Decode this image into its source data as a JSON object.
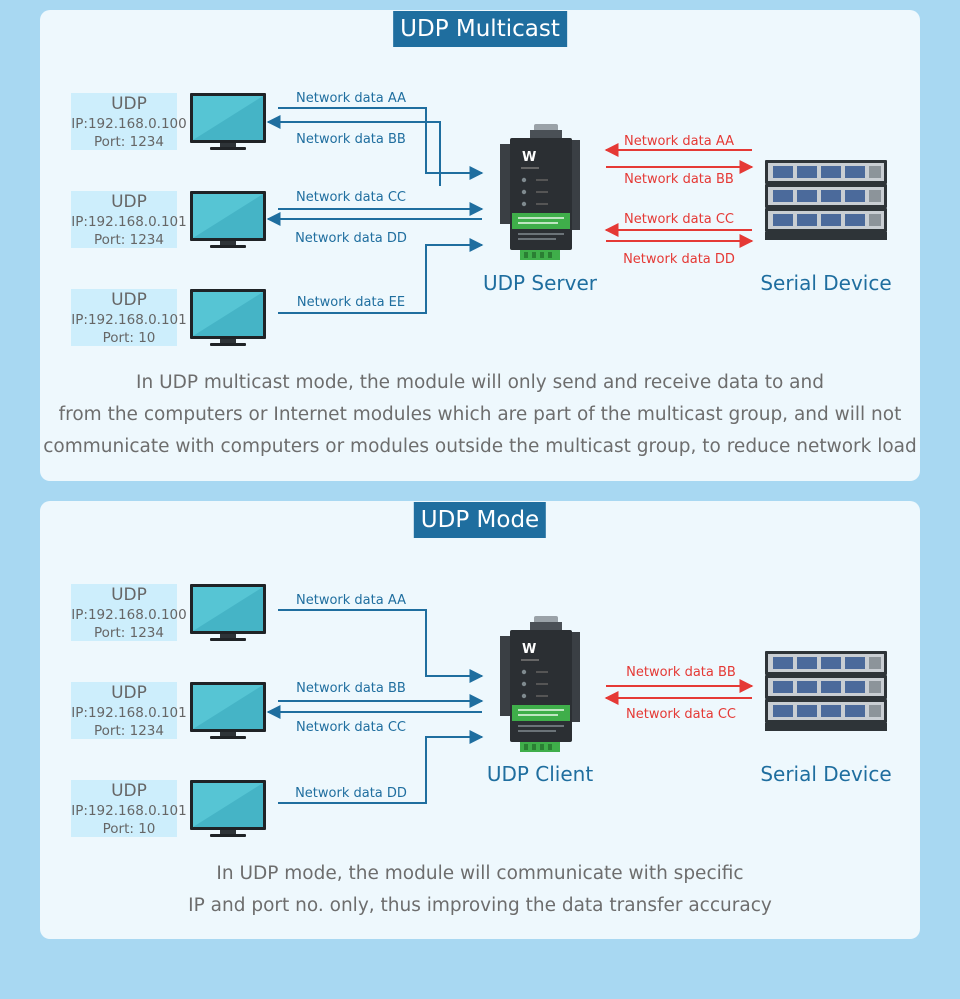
{
  "colors": {
    "background": "#a8d8f2",
    "panel": "#eef8fd",
    "title_bg": "#1f6e9f",
    "blue_arrow": "#1f6e9f",
    "red_arrow": "#e53935",
    "host_box": "#cdeefc",
    "monitor_frame": "#1f2326",
    "monitor_screen": "#56c5d4",
    "module_body": "#2b2f33",
    "module_label": "#3fae4a"
  },
  "multicast": {
    "title": "UDP Multicast",
    "hosts": [
      {
        "proto": "UDP",
        "ip": "IP:192.168.0.100",
        "port": "Port: 1234"
      },
      {
        "proto": "UDP",
        "ip": "IP:192.168.0.101",
        "port": "Port: 1234"
      },
      {
        "proto": "UDP",
        "ip": "IP:192.168.0.101",
        "port": "Port: 10"
      }
    ],
    "net_labels": [
      "Network data AA",
      "Network data BB",
      "Network data CC",
      "Network data DD",
      "Network data EE"
    ],
    "serial_labels": [
      "Network data AA",
      "Network data BB",
      "Network data CC",
      "Network data DD"
    ],
    "server_label": "UDP Server",
    "device_label": "Serial Device",
    "description": [
      "In UDP multicast mode, the module will only send and receive data to and",
      "from the computers or Internet modules which are part of the multicast group, and will not",
      "communicate with computers or modules outside the multicast group, to reduce network load"
    ]
  },
  "udp": {
    "title": "UDP Mode",
    "hosts": [
      {
        "proto": "UDP",
        "ip": "IP:192.168.0.100",
        "port": "Port: 1234"
      },
      {
        "proto": "UDP",
        "ip": "IP:192.168.0.101",
        "port": "Port: 1234"
      },
      {
        "proto": "UDP",
        "ip": "IP:192.168.0.101",
        "port": "Port: 10"
      }
    ],
    "net_labels": [
      "Network data AA",
      "Network data BB",
      "Network data CC",
      "Network data DD"
    ],
    "serial_labels": [
      "Network data BB",
      "Network data CC"
    ],
    "client_label": "UDP Client",
    "device_label": "Serial Device",
    "description": [
      "In UDP mode, the module will communicate with specific",
      "IP and port no. only, thus improving the data transfer accuracy"
    ]
  }
}
